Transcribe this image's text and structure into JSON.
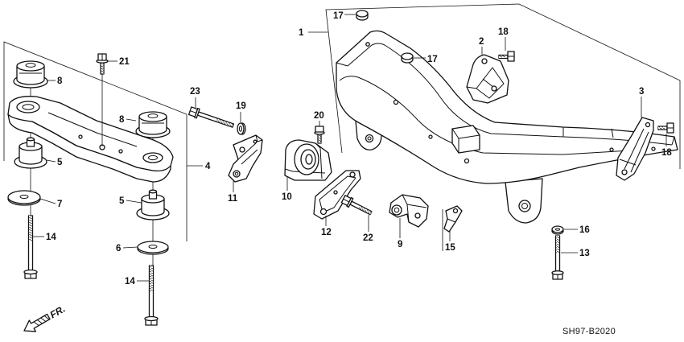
{
  "callouts": [
    "17",
    "18",
    "1",
    "2",
    "17",
    "3",
    "18",
    "16",
    "13",
    "9",
    "15",
    "22",
    "12",
    "10",
    "20",
    "19",
    "23",
    "11",
    "21",
    "8",
    "8",
    "4",
    "5",
    "7",
    "14",
    "5",
    "6",
    "14"
  ],
  "direction_label": "FR.",
  "diagram_code": "SH97-B2020"
}
